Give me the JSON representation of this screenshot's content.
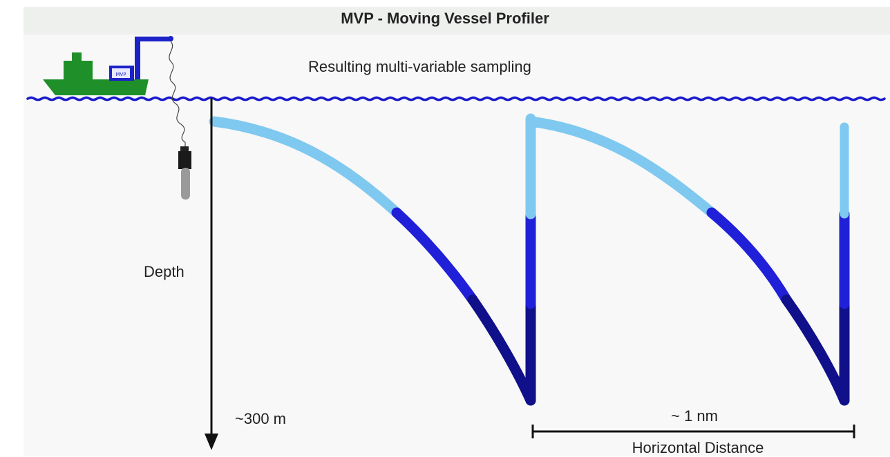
{
  "title": "MVP - Moving Vessel Profiler",
  "subtitle": "Resulting multi-variable sampling",
  "ship_label": "MVP",
  "depth_axis": {
    "label": "Depth",
    "max_label": "~300 m"
  },
  "distance_scale": {
    "spacing_label": "~ 1 nm",
    "label": "Horizontal Distance"
  },
  "colors": {
    "background": "#ffffff",
    "panel": "#f7f8f7",
    "water": "#1a1acc",
    "ship_hull": "#1f8f2a",
    "crane": "#1c22c8",
    "profile_light": "#7fc8f0",
    "profile_mid": "#2020d8",
    "profile_dark": "#10108a"
  },
  "icons": [
    "ship-icon",
    "crane-icon",
    "tow-cable-icon",
    "fish-probe-icon"
  ]
}
